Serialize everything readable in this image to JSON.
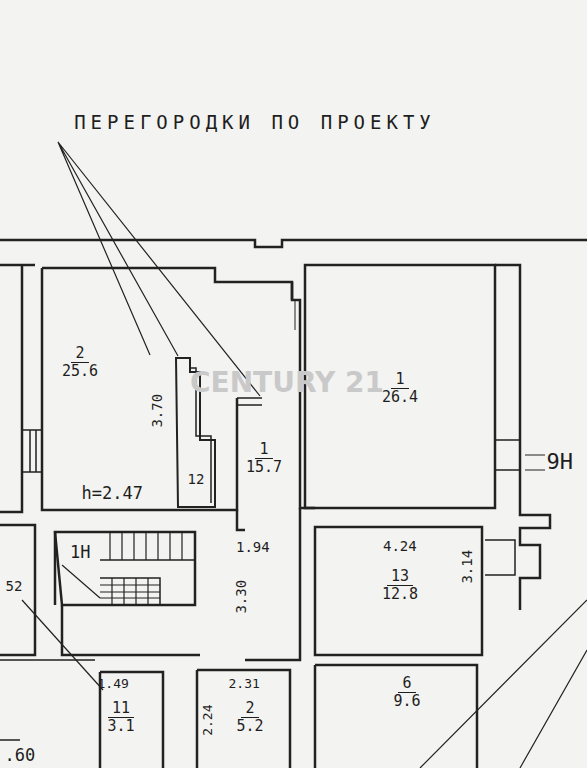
{
  "diagram": {
    "title": "ПЕРЕГОРОДКИ ПО ПРОЕКТУ",
    "nodes": [
      {
        "text": [
          "2",
          "25.6"
        ]
      },
      {
        "text": [
          "12"
        ]
      },
      {
        "text": [
          "1",
          "15.7"
        ]
      },
      {
        "text": [
          "1",
          "26.4"
        ]
      },
      {
        "text": [
          "13",
          "12.8"
        ]
      },
      {
        "text": [
          "11",
          "3.1"
        ]
      },
      {
        "text": [
          "2",
          "5.2"
        ]
      },
      {
        "text": [
          "6",
          "9.6"
        ]
      }
    ],
    "edges": [],
    "labels": [
      "3.70",
      "h=2.47",
      "9Н",
      "1Н",
      "1.94",
      "3.30",
      "4.24",
      "3.14",
      "52",
      "1.49",
      ".60",
      "2.31",
      "2.24",
      "CENTURY 21"
    ]
  }
}
